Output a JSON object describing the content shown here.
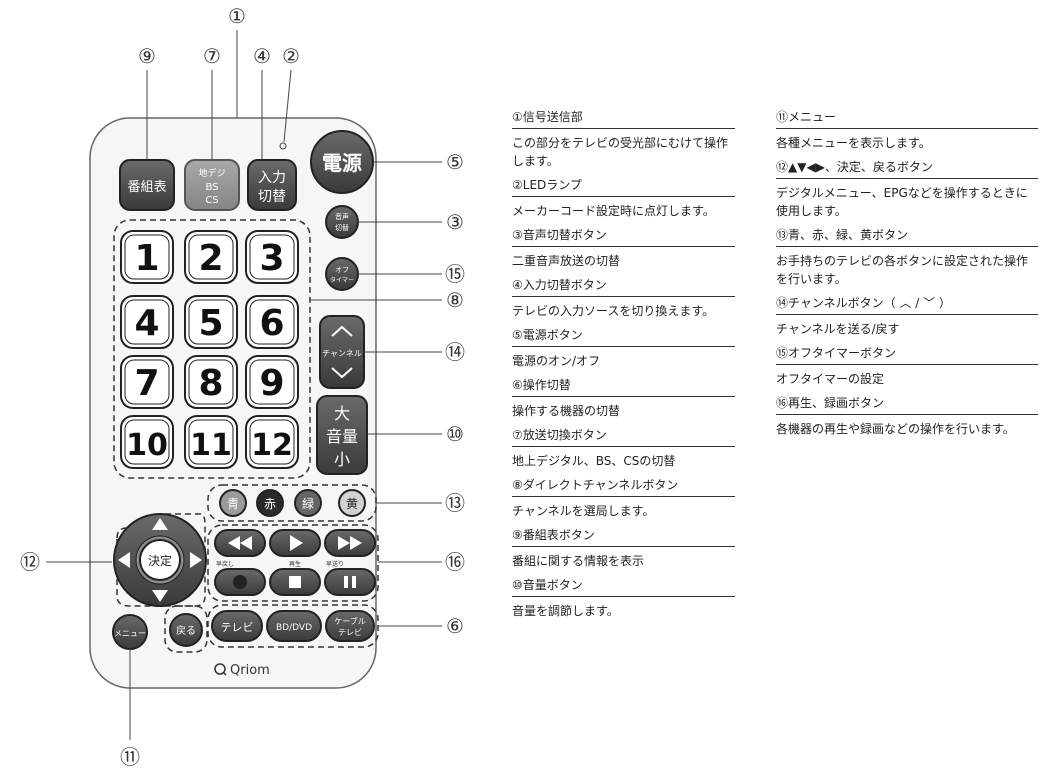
{
  "callouts": {
    "n1": "①",
    "n2": "②",
    "n3": "③",
    "n4": "④",
    "n5": "⑤",
    "n6": "⑥",
    "n7": "⑦",
    "n8": "⑧",
    "n9": "⑨",
    "n10": "⑩",
    "n11": "⑪",
    "n12": "⑫",
    "n13": "⑬",
    "n14": "⑭",
    "n15": "⑮",
    "n16": "⑯"
  },
  "remote": {
    "guide_button": "番組表",
    "broadcast_line1": "地デジ",
    "broadcast_line2": "BS",
    "broadcast_line3": "CS",
    "input_line1": "入力",
    "input_line2": "切替",
    "power": "電源",
    "audio_line1": "音声",
    "audio_line2": "切替",
    "offtimer_line1": "オフ",
    "offtimer_line2": "タイマー",
    "digits": [
      "1",
      "2",
      "3",
      "4",
      "5",
      "6",
      "7",
      "8",
      "9",
      "10",
      "11",
      "12"
    ],
    "channel_label": "チャンネル",
    "volume_big": "大",
    "volume_mid": "音量",
    "volume_small": "小",
    "blue": "青",
    "red": "赤",
    "green": "緑",
    "yellow": "黄",
    "rewind_label": "早戻し",
    "play_label": "再生",
    "ff_label": "早送り",
    "enter": "決定",
    "menu": "メニュー",
    "back": "戻る",
    "tv": "テレビ",
    "bddvd": "BD/DVD",
    "cable_line1": "ケーブル",
    "cable_line2": "テレビ",
    "brand": "Qriom"
  },
  "legend": {
    "left": [
      {
        "head": "①信号送信部",
        "desc": "この部分をテレビの受光部にむけて操作します。"
      },
      {
        "head": "②LEDランプ",
        "desc": "メーカーコード設定時に点灯します。"
      },
      {
        "head": "③音声切替ボタン",
        "desc": "二重音声放送の切替"
      },
      {
        "head": "④入力切替ボタン",
        "desc": "テレビの入力ソースを切り換えます。"
      },
      {
        "head": "⑤電源ボタン",
        "desc": "電源のオン/オフ"
      },
      {
        "head": "⑥操作切替",
        "desc": "操作する機器の切替"
      },
      {
        "head": "⑦放送切換ボタン",
        "desc": "地上デジタル、BS、CSの切替"
      },
      {
        "head": "⑧ダイレクトチャンネルボタン",
        "desc": "チャンネルを選局します。"
      },
      {
        "head": "⑨番組表ボタン",
        "desc": "番組に関する情報を表示"
      },
      {
        "head": "⑩音量ボタン",
        "desc": "音量を調節します。"
      }
    ],
    "right": [
      {
        "head": "⑪メニュー",
        "desc": "各種メニューを表示します。"
      },
      {
        "head": "⑫▲▼◀▶、決定、戻るボタン",
        "desc": "デジタルメニュー、EPGなどを操作するときに使用します。"
      },
      {
        "head": "⑬青、赤、緑、黄ボタン",
        "desc": "お手持ちのテレビの各ボタンに設定された操作を行います。"
      },
      {
        "head": "⑭チャンネルボタン（ ︿ / ﹀ ）",
        "desc": "チャンネルを送る/戻す"
      },
      {
        "head": "⑮オフタイマーボタン",
        "desc": "オフタイマーの設定"
      },
      {
        "head": "⑯再生、録画ボタン",
        "desc": "各機器の再生や録画などの操作を行います。"
      }
    ]
  }
}
